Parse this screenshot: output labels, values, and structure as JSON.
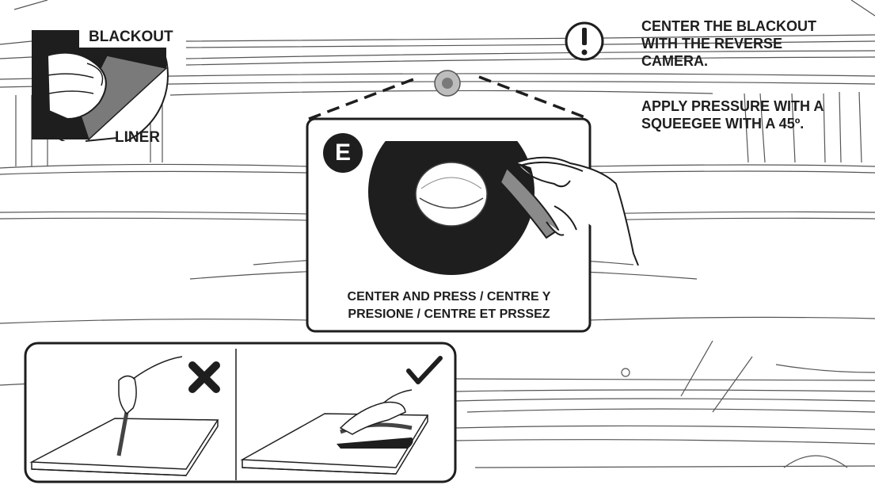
{
  "inset": {
    "blackout_label": "BLACKOUT",
    "liner_label": "LINER"
  },
  "note": {
    "icon": "exclamation-circle-icon",
    "line_1": "CENTER THE BLACKOUT",
    "line_2": "WITH THE REVERSE",
    "line_3": "CAMERA.",
    "line_4": "APPLY PRESSURE WITH A",
    "line_5": "SQUEEGEE WITH A 45º."
  },
  "step": {
    "letter": "E",
    "caption_line_1": "CENTER AND PRESS / CENTRE Y",
    "caption_line_2": "PRESIONE / CENTRE ET PRSSEZ"
  },
  "comparison": {
    "wrong_icon": "x-mark-icon",
    "right_icon": "checkmark-icon"
  }
}
